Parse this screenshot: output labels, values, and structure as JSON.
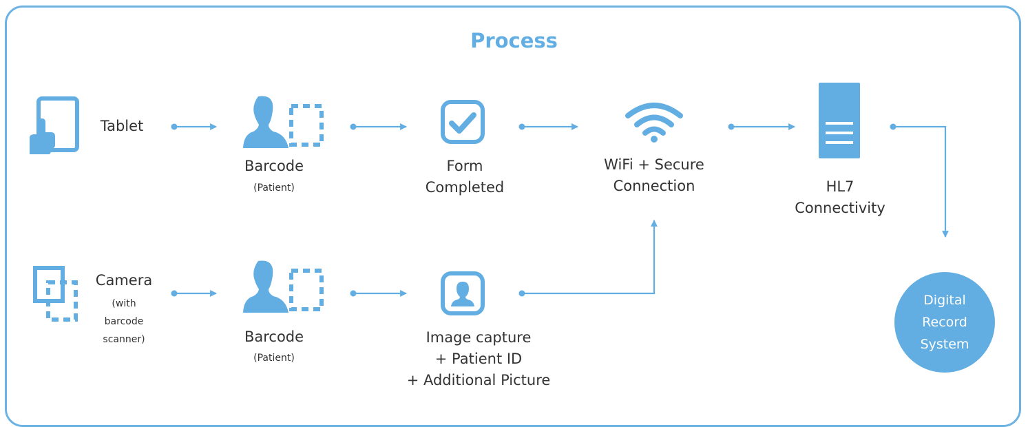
{
  "title": "Process",
  "colors": {
    "accent": "#62aee2",
    "text": "#333333"
  },
  "nodes": {
    "tablet": {
      "label": "Tablet",
      "icon": "tablet-touch-icon"
    },
    "barcode_top": {
      "label": "Barcode",
      "sublabel": "(Patient)",
      "icon": "person-barcode-icon"
    },
    "form": {
      "label": "Form\nCompleted",
      "icon": "checkbox-check-icon"
    },
    "wifi": {
      "label": "WiFi + Secure\nConnection",
      "icon": "wifi-icon"
    },
    "hl7": {
      "label": "HL7\nConnectivity",
      "icon": "server-icon"
    },
    "camera": {
      "label": "Camera",
      "sublabel": "(with\nbarcode\nscanner)",
      "icon": "camera-frames-icon"
    },
    "barcode_bottom": {
      "label": "Barcode",
      "sublabel": "(Patient)",
      "icon": "person-barcode-icon"
    },
    "image": {
      "label": "Image capture\n+ Patient ID\n+ Additional Picture",
      "icon": "portrait-photo-icon"
    },
    "digital": {
      "label": "Digital\nRecord\nSystem"
    }
  }
}
